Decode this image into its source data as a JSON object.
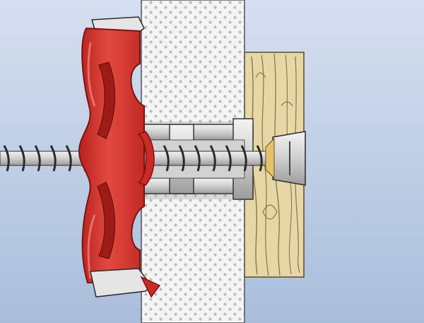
{
  "scene": {
    "colors": {
      "background_top": "#d6dff0",
      "background_bottom": "#a9bedb",
      "drywall": "#f2f2f2",
      "drywall_dots": "#b9b9b9",
      "anchor_red": "#d8322c",
      "anchor_red_dark": "#9e1c18",
      "wood": "#e8d7a6",
      "wood_grain": "#8a7448",
      "screw_metal": "#dcdcdc",
      "screw_dark": "#3a3a3a",
      "sleeve_metal": "#e6e6e6",
      "outline": "#2b2b2b"
    },
    "parts": [
      {
        "name": "drywall-panel",
        "icon": "drywall-panel-icon"
      },
      {
        "name": "wood-batten",
        "icon": "wood-board-icon"
      },
      {
        "name": "cavity-anchor",
        "icon": "cavity-anchor-icon"
      },
      {
        "name": "anchor-sleeve",
        "icon": "metal-sleeve-icon"
      },
      {
        "name": "wood-screw",
        "icon": "screw-icon"
      }
    ]
  }
}
